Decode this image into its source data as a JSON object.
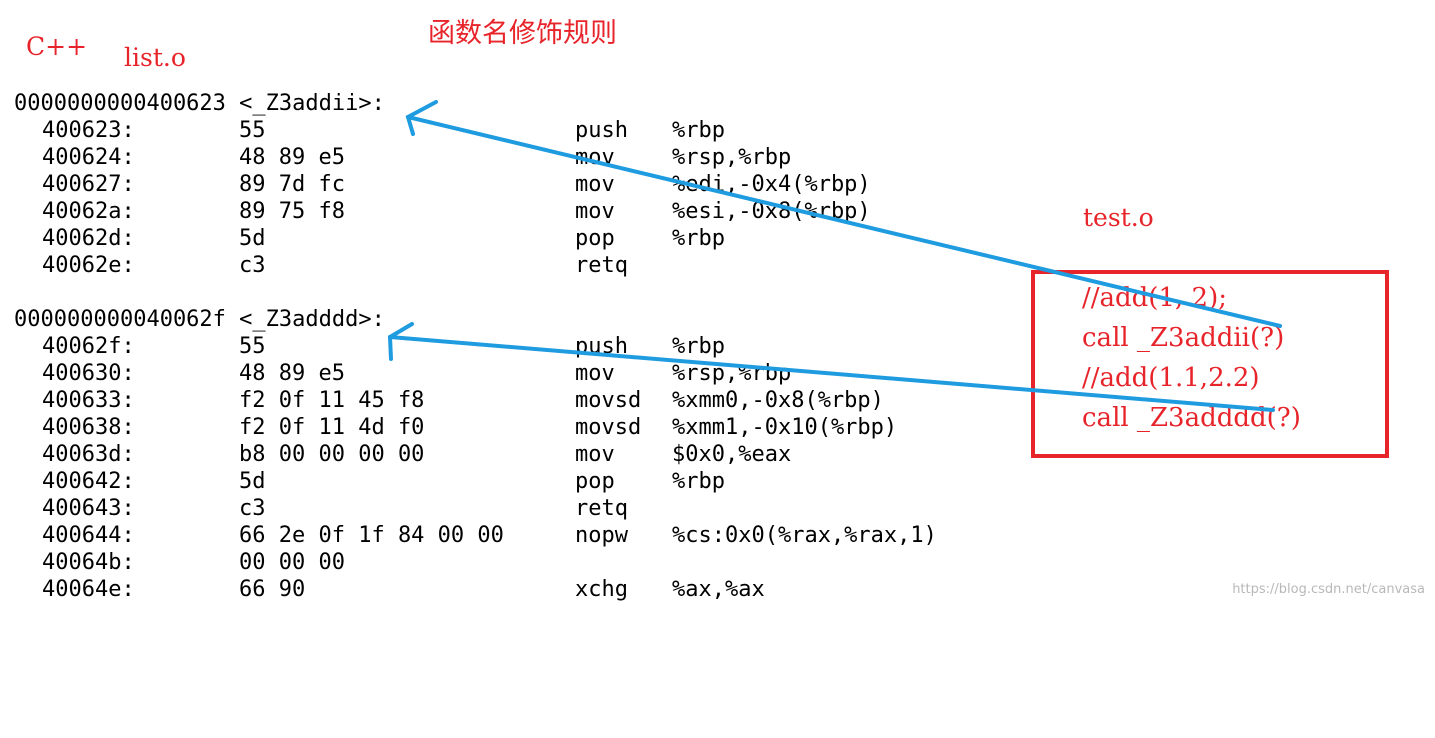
{
  "labels": {
    "lang": "C++",
    "file": "list.o",
    "title": "函数名修饰规则",
    "test_file": "test.o"
  },
  "functions": [
    {
      "header": "0000000000400623 <_Z3addii>:",
      "lines": [
        {
          "addr": "400623:",
          "bytes": "55",
          "mnemonic": "push",
          "operands": "%rbp"
        },
        {
          "addr": "400624:",
          "bytes": "48 89 e5",
          "mnemonic": "mov",
          "operands": "%rsp,%rbp"
        },
        {
          "addr": "400627:",
          "bytes": "89 7d fc",
          "mnemonic": "mov",
          "operands": "%edi,-0x4(%rbp)"
        },
        {
          "addr": "40062a:",
          "bytes": "89 75 f8",
          "mnemonic": "mov",
          "operands": "%esi,-0x8(%rbp)"
        },
        {
          "addr": "40062d:",
          "bytes": "5d",
          "mnemonic": "pop",
          "operands": "%rbp"
        },
        {
          "addr": "40062e:",
          "bytes": "c3",
          "mnemonic": "retq",
          "operands": ""
        }
      ]
    },
    {
      "header": "000000000040062f <_Z3adddd>:",
      "lines": [
        {
          "addr": "40062f:",
          "bytes": "55",
          "mnemonic": "push",
          "operands": "%rbp"
        },
        {
          "addr": "400630:",
          "bytes": "48 89 e5",
          "mnemonic": "mov",
          "operands": "%rsp,%rbp"
        },
        {
          "addr": "400633:",
          "bytes": "f2 0f 11 45 f8",
          "mnemonic": "movsd",
          "operands": "%xmm0,-0x8(%rbp)"
        },
        {
          "addr": "400638:",
          "bytes": "f2 0f 11 4d f0",
          "mnemonic": "movsd",
          "operands": "%xmm1,-0x10(%rbp)"
        },
        {
          "addr": "40063d:",
          "bytes": "b8 00 00 00 00",
          "mnemonic": "mov",
          "operands": "$0x0,%eax"
        },
        {
          "addr": "400642:",
          "bytes": "5d",
          "mnemonic": "pop",
          "operands": "%rbp"
        },
        {
          "addr": "400643:",
          "bytes": "c3",
          "mnemonic": "retq",
          "operands": ""
        },
        {
          "addr": "400644:",
          "bytes": "66 2e 0f 1f 84 00 00",
          "mnemonic": "nopw",
          "operands": "%cs:0x0(%rax,%rax,1)"
        },
        {
          "addr": "40064b:",
          "bytes": "00 00 00",
          "mnemonic": "",
          "operands": ""
        },
        {
          "addr": "40064e:",
          "bytes": "66 90",
          "mnemonic": "xchg",
          "operands": "%ax,%ax"
        }
      ]
    }
  ],
  "test_box": [
    "//add(1, 2);",
    "call _Z3addii(?)",
    "//add(1.1,2.2)",
    "call _Z3adddd(?)"
  ],
  "watermark": "https://blog.csdn.net/canvasa",
  "colors": {
    "annotation_red": "#e8242b",
    "arrow_blue": "#1f9be0",
    "text": "#000000"
  }
}
